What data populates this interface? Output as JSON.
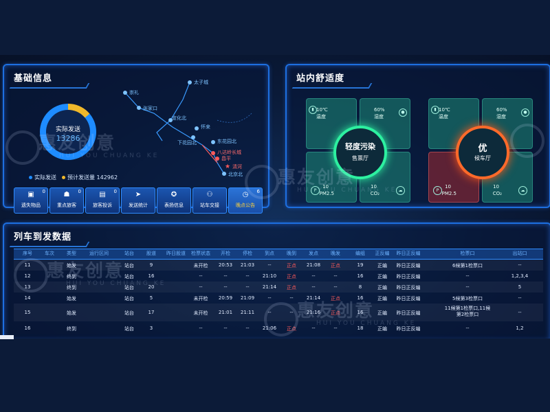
{
  "basic_info": {
    "title": "基础信息",
    "donut": {
      "label": "实际发送",
      "value": "13286"
    },
    "legend": [
      {
        "label": "实际发送",
        "color": "#1e8cff"
      },
      {
        "label": "预计发送量 142962",
        "color": "#f0b82a"
      }
    ],
    "map_stations": [
      {
        "name": "太子城",
        "color": "#7ec3ff"
      },
      {
        "name": "崇礼",
        "color": "#7ec3ff"
      },
      {
        "name": "张家口",
        "color": "#7ec3ff"
      },
      {
        "name": "宣化北",
        "color": "#7ec3ff"
      },
      {
        "name": "怀来",
        "color": "#7ec3ff"
      },
      {
        "name": "下花园北",
        "color": "#7ec3ff"
      },
      {
        "name": "东花园北",
        "color": "#7ec3ff"
      },
      {
        "name": "八达岭长城",
        "color": "#ff6b6b"
      },
      {
        "name": "昌平",
        "color": "#ff6b6b"
      },
      {
        "name": "清河",
        "color": "#ff6b6b"
      },
      {
        "name": "北京北",
        "color": "#7ec3ff"
      }
    ],
    "buttons": [
      {
        "label": "遗失物品",
        "count": "0",
        "icon": "bag-icon"
      },
      {
        "label": "重点旅客",
        "count": "0",
        "icon": "person-icon"
      },
      {
        "label": "旅客投诉",
        "count": "0",
        "icon": "document-icon"
      },
      {
        "label": "发送统计",
        "count": "",
        "icon": "paper-plane-icon"
      },
      {
        "label": "表扬信息",
        "count": "",
        "icon": "medal-icon"
      },
      {
        "label": "站车交接",
        "count": "",
        "icon": "people-icon"
      },
      {
        "label": "晚点公告",
        "count": "6",
        "icon": "clock-icon",
        "active": true
      }
    ]
  },
  "comfort": {
    "title": "站内舒适度",
    "groups": [
      {
        "ring_main": "轻度污染",
        "ring_sub": "售票厅",
        "ring_color": "#2df0a0",
        "temp_value": "10℃",
        "temp_label": "温度",
        "humidity_value": "60%",
        "humidity_label": "湿度",
        "pm_value": "10",
        "pm_label": "PM2.5",
        "co2_value": "10",
        "co2_label": "CO₂"
      },
      {
        "ring_main": "优",
        "ring_sub": "候车厅",
        "ring_color": "#ff6a2a",
        "temp_value": "10℃",
        "temp_label": "温度",
        "humidity_value": "60%",
        "humidity_label": "湿度",
        "pm_value": "10",
        "pm_label": "PM2.5",
        "co2_value": "10",
        "co2_label": "CO₂"
      }
    ]
  },
  "train": {
    "title": "列车到发数据",
    "headers": [
      "序号",
      "车次",
      "类型",
      "运行区间",
      "站台",
      "股道",
      "昨日股道",
      "检票状态",
      "开检",
      "停检",
      "到点",
      "晚到",
      "发点",
      "晚发",
      "编组",
      "正反编",
      "昨日正反编",
      "检票口",
      "出站口"
    ],
    "rows": [
      {
        "c": [
          "11",
          "",
          "始发",
          "",
          "站台",
          "9",
          "",
          "未开检",
          "20:53",
          "21:03",
          "--",
          "正点",
          "21:08",
          "正点",
          "19",
          "正编",
          "昨日正反编",
          "6候第1检票口",
          "--"
        ],
        "red": [
          11,
          13
        ]
      },
      {
        "c": [
          "12",
          "",
          "终到",
          "",
          "站台",
          "16",
          "",
          "--",
          "--",
          "--",
          "21:10",
          "正点",
          "--",
          "--",
          "16",
          "正编",
          "昨日正反编",
          "--",
          "1,2,3,4"
        ],
        "red": [
          11
        ]
      },
      {
        "c": [
          "13",
          "",
          "终到",
          "",
          "站台",
          "20",
          "",
          "--",
          "--",
          "--",
          "21:14",
          "正点",
          "--",
          "--",
          "8",
          "正编",
          "昨日正反编",
          "--",
          "5"
        ],
        "red": [
          11
        ]
      },
      {
        "c": [
          "14",
          "",
          "始发",
          "",
          "站台",
          "5",
          "",
          "未开检",
          "20:59",
          "21:09",
          "--",
          "--",
          "21:14",
          "正点",
          "16",
          "正编",
          "昨日正反编",
          "5候第3检票口",
          "--"
        ],
        "red": [
          13
        ]
      },
      {
        "c": [
          "15",
          "",
          "始发",
          "",
          "站台",
          "17",
          "",
          "未开检",
          "21:01",
          "21:11",
          "--",
          "--",
          "21:16",
          "正点",
          "16",
          "正编",
          "昨日正反编",
          "11候第1检票口,11候第2检票口",
          "--"
        ],
        "red": [
          13
        ],
        "tall": true
      },
      {
        "c": [
          "16",
          "",
          "终到",
          "",
          "站台",
          "3",
          "",
          "--",
          "--",
          "--",
          "21:06",
          "正点",
          "--",
          "--",
          "18",
          "正编",
          "昨日正反编",
          "--",
          "1,2"
        ],
        "red": [
          11
        ]
      }
    ]
  },
  "watermark": {
    "brand": "惠友创意",
    "sub": "HUI YOU CHUANG KE"
  }
}
